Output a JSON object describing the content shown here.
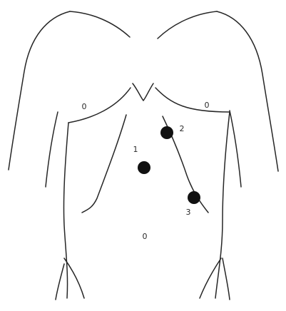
{
  "labels": {
    "left_costal": "0",
    "right_costal": "0",
    "point_1": "1",
    "point_2": "2",
    "point_3": "3",
    "navel": "0"
  },
  "colors": {
    "line": "#262626",
    "marker": "#111111",
    "background": "#ffffff"
  }
}
